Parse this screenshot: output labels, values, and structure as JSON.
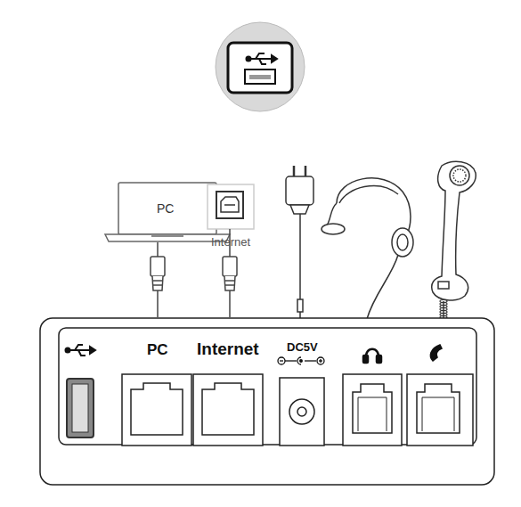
{
  "diagram": {
    "labels": [
      "PC",
      "Internet",
      "PC",
      "Internet",
      "DC5V"
    ]
  }
}
